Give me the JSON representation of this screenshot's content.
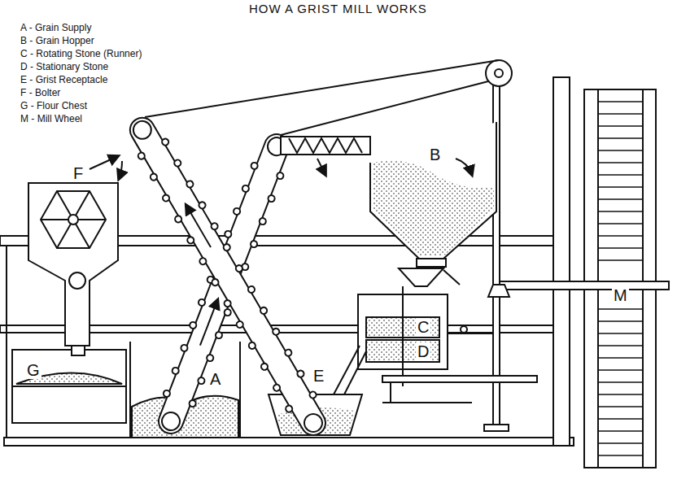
{
  "diagram": {
    "title": "HOW A GRIST MILL WORKS",
    "labels": [
      "F",
      "B",
      "C",
      "D",
      "G",
      "A",
      "E",
      "M"
    ],
    "legend": [
      {
        "text": "A - Grain Supply"
      },
      {
        "text": "B - Grain Hopper"
      },
      {
        "text": "C - Rotating Stone (Runner)"
      },
      {
        "text": "D - Stationary Stone"
      },
      {
        "text": "E - Grist Receptacle"
      },
      {
        "text": "F - Bolter"
      },
      {
        "text": "G - Flour Chest"
      },
      {
        "text": "M - Mill Wheel"
      }
    ]
  }
}
